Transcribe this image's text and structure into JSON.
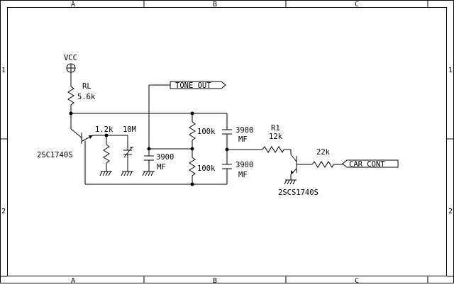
{
  "frame": {
    "columns": [
      "A",
      "B",
      "C"
    ],
    "rows": [
      "1",
      "2"
    ]
  },
  "components": {
    "vcc": "VCC",
    "rl_name": "RL",
    "rl_value": "5.6k",
    "q1": "2SC1740S",
    "r_base": "1.2k",
    "r_trim": "10M",
    "c1_value": "3900",
    "c1_type": "MF",
    "r_upper": "100k",
    "r_lower": "100k",
    "c2_value": "3900",
    "c2_type": "MF",
    "c3_value": "3900",
    "c3_type": "MF",
    "tone_out": "TONE OUT",
    "r1_name": "R1",
    "r1_value": "12k",
    "r2_value": "22k",
    "q2": "2SCS1740S",
    "car_cont": "CAR CONT"
  }
}
